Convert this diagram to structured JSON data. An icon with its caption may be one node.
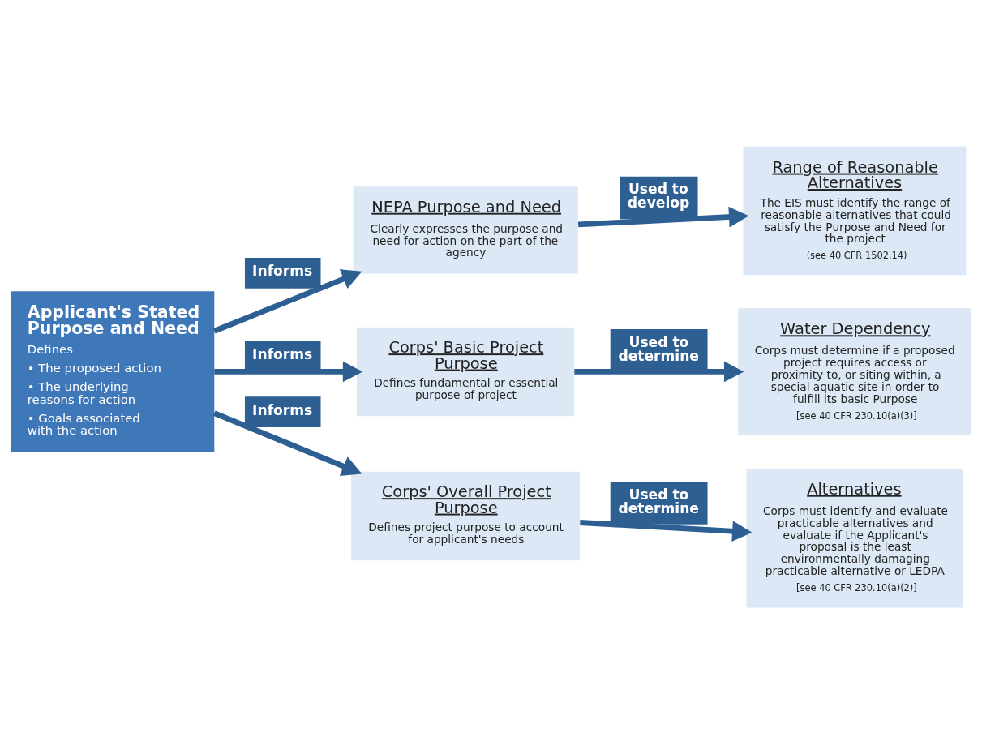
{
  "diagram": {
    "nodes": [
      {
        "text": [
          "Applicant's Stated Purpose and Need",
          "Defines",
          "• The proposed action",
          "• The underlying reasons for action",
          "• Goals associated with the action"
        ]
      },
      {
        "text": [
          "NEPA Purpose and Need",
          "Clearly expresses the purpose and need for action on the part of the agency"
        ]
      },
      {
        "text": [
          "Range of Reasonable Alternatives",
          "The EIS must identify the range of reasonable alternatives that could satisfy the Purpose and Need for the project",
          "(see 40 CFR 1502.14)"
        ]
      },
      {
        "text": [
          "Corps' Basic Project Purpose",
          "Defines fundamental or essential purpose of project"
        ]
      },
      {
        "text": [
          "Water Dependency",
          "Corps must determine if a proposed project requires access or proximity to, or siting within, a special aquatic site in order to fulfill its basic Purpose",
          "[see 40 CFR 230.10(a)(3)]"
        ]
      },
      {
        "text": [
          "Corps' Overall Project Purpose",
          "Defines project purpose to account for applicant's needs"
        ]
      },
      {
        "text": [
          "Alternatives",
          "Corps must identify and evaluate practicable alternatives and evaluate if the Applicant's proposal is the least environmentally damaging practicable alternative or LEDPA",
          "[see 40 CFR 230.10(a)(2)]"
        ]
      }
    ],
    "edges": [
      {
        "from": 0,
        "to": 1,
        "arrow": "to",
        "label": "Informs"
      },
      {
        "from": 1,
        "to": 2,
        "arrow": "to",
        "label": "Used to develop"
      },
      {
        "from": 0,
        "to": 3,
        "arrow": "to",
        "label": "Informs"
      },
      {
        "from": 3,
        "to": 4,
        "arrow": "to",
        "label": "Used to determine"
      },
      {
        "from": 0,
        "to": 5,
        "arrow": "to",
        "label": "Informs"
      },
      {
        "from": 5,
        "to": 6,
        "arrow": "to",
        "label": "Used to determine"
      }
    ]
  }
}
